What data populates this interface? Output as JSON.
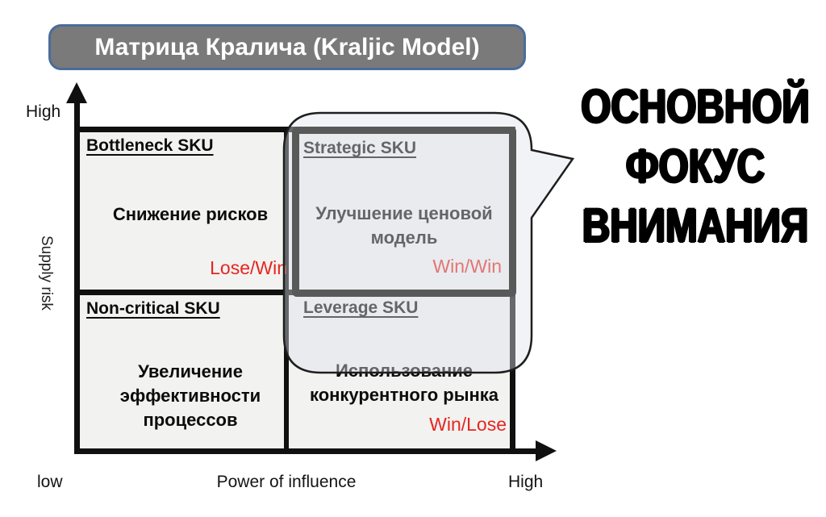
{
  "title": "Матрица Кралича (Kraljic Model)",
  "axes": {
    "y_label": "Supply risk",
    "y_max": "High",
    "x_label": "Power of influence",
    "x_min": "low",
    "x_max": "High"
  },
  "quadrants": {
    "bottleneck": {
      "header": "Bottleneck SKU",
      "body": [
        "Снижение рисков"
      ],
      "outcome": "Lose/Win"
    },
    "strategic": {
      "header": "Strategic SKU",
      "body": [
        "Улучшение ценовой",
        "модель"
      ],
      "outcome": "Win/Win"
    },
    "non_critical": {
      "header": "Non-critical SKU",
      "body": [
        "Увеличение",
        "эффективности",
        "процессов"
      ]
    },
    "leverage": {
      "header": "Leverage SKU",
      "body": [
        "Использование",
        "конкурентного рынка"
      ],
      "outcome": "Win/Lose"
    }
  },
  "callout": {
    "lines": [
      "ОСНОВНОЙ",
      "ФОКУС",
      "ВНИМАНИЯ"
    ]
  },
  "colors": {
    "outcome_red": "#e52620",
    "title_fill": "#7a7a7a",
    "title_border": "#4a6c9c",
    "quadrant_fill": "#f2f2f0",
    "highlight_border": "#595959",
    "axis_black": "#101010"
  }
}
